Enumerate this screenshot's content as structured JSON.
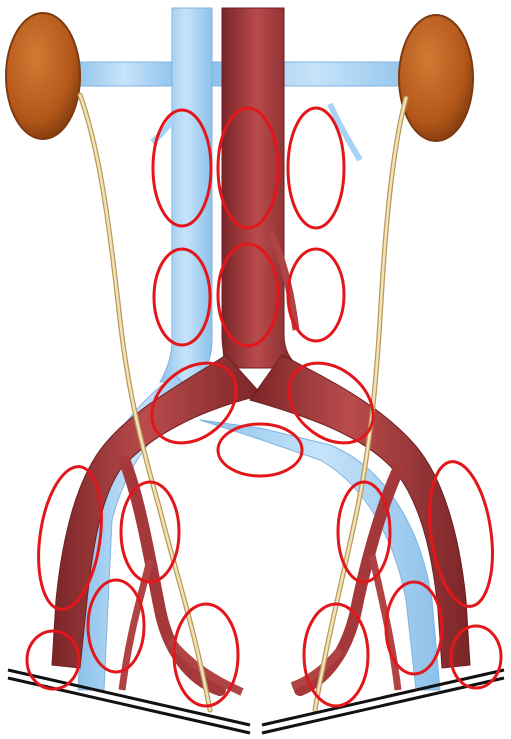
{
  "diagram": {
    "subject": "kidneys-ureters-great-vessels",
    "colors": {
      "kidney": "#B4581A",
      "kidney_dark": "#7E3A0E",
      "artery": "#A5383A",
      "artery_dark": "#6E1F22",
      "artery_light": "#C86A6B",
      "vein": "#A9D3F5",
      "vein_dark": "#7FB4E0",
      "ureter": "#E9D6A6",
      "ureter_edge": "#B89A5C",
      "marker": "#E3161B",
      "baseline": "#111111"
    },
    "regions": [
      {
        "id": "upper-left-paracaval"
      },
      {
        "id": "upper-interaortocaval"
      },
      {
        "id": "upper-left-paraaortic"
      },
      {
        "id": "lower-left-paracaval"
      },
      {
        "id": "lower-interaortocaval"
      },
      {
        "id": "lower-left-paraaortic"
      },
      {
        "id": "right-common-iliac"
      },
      {
        "id": "left-common-iliac"
      },
      {
        "id": "presacral"
      },
      {
        "id": "right-external-iliac"
      },
      {
        "id": "right-internal-iliac"
      },
      {
        "id": "left-internal-iliac"
      },
      {
        "id": "left-external-iliac"
      },
      {
        "id": "right-obturator"
      },
      {
        "id": "right-pelvic-sidewall"
      },
      {
        "id": "left-pelvic-sidewall"
      },
      {
        "id": "left-obturator"
      },
      {
        "id": "right-inguinal"
      },
      {
        "id": "left-inguinal"
      }
    ]
  }
}
